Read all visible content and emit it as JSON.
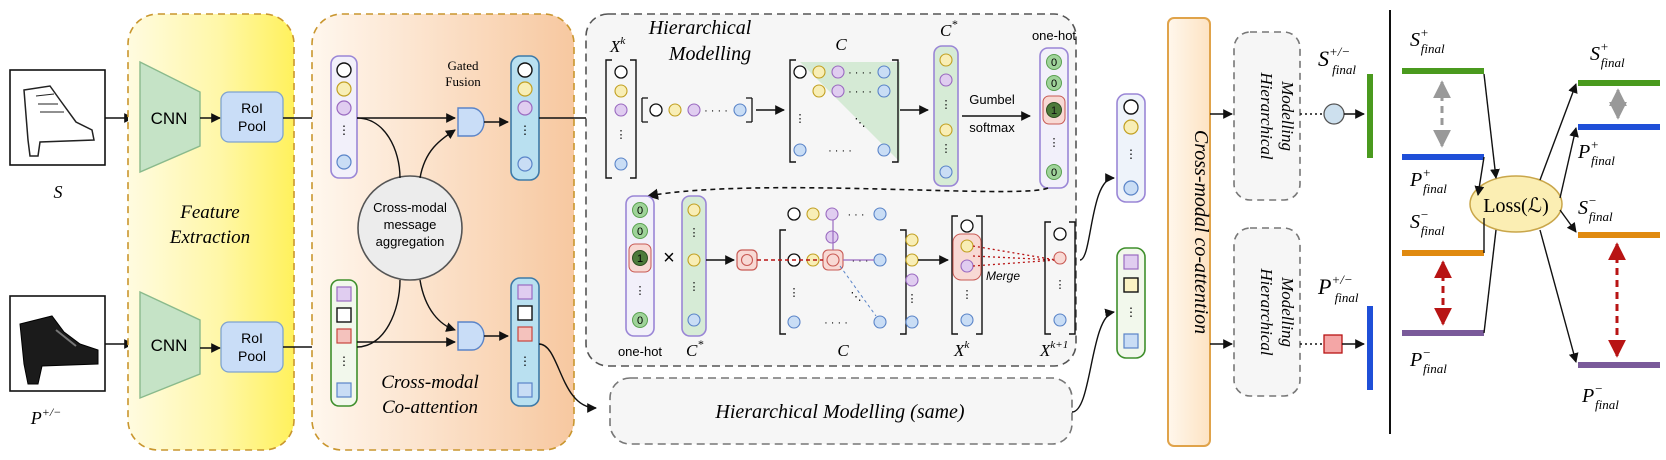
{
  "inputs": {
    "sketch_label": "S",
    "photo_label": "P",
    "photo_sup": "+/−"
  },
  "feature_extraction": {
    "title_line1": "Feature",
    "title_line2": "Extraction",
    "cnn_label": "CNN",
    "roi_line1": "RoI",
    "roi_line2": "Pool"
  },
  "coattention": {
    "gated_line1": "Gated",
    "gated_line2": "Fusion",
    "aggregation_line1": "Cross-modal",
    "aggregation_line2": "message",
    "aggregation_line3": "aggregation",
    "title_line1": "Cross-modal",
    "title_line2": "Co-attention"
  },
  "hierarchical": {
    "title_line1": "Hierarchical",
    "title_line2": "Modelling",
    "xk": "X",
    "xk_sup": "k",
    "xk1_sup": "k+1",
    "c_label": "C",
    "c_star": "*",
    "one_hot": "one-hot",
    "gumbel_line1": "Gumbel",
    "gumbel_line2": "softmax",
    "merge": "Merge",
    "times": "×",
    "onehot_values": [
      "0",
      "0",
      "1",
      "0"
    ],
    "same_label": "Hierarchical Modelling (same)"
  },
  "cross_modal_coattention": "Cross-modal co-attention",
  "hier_small": {
    "line1": "Hierarchical",
    "line2": "Modelling"
  },
  "final": {
    "s": "S",
    "p": "P",
    "sub": "final",
    "pm": "+/−",
    "plus": "+",
    "minus": "−",
    "loss": "Loss(ℒ)"
  },
  "colors": {
    "sketch_bar": "#4a9a1e",
    "photo_bar": "#1f4fd8",
    "neg_bar_orange": "#e08a10",
    "neg_bar_purple": "#7a5a9a",
    "feature_panel": "#fff27a",
    "coatt_panel": "#f7c9a0",
    "cnn_fill": "#c5e3c6",
    "roi_fill": "#c9ddf7",
    "loss_fill": "#fbeeb3",
    "dashed_red": "#b81414"
  }
}
